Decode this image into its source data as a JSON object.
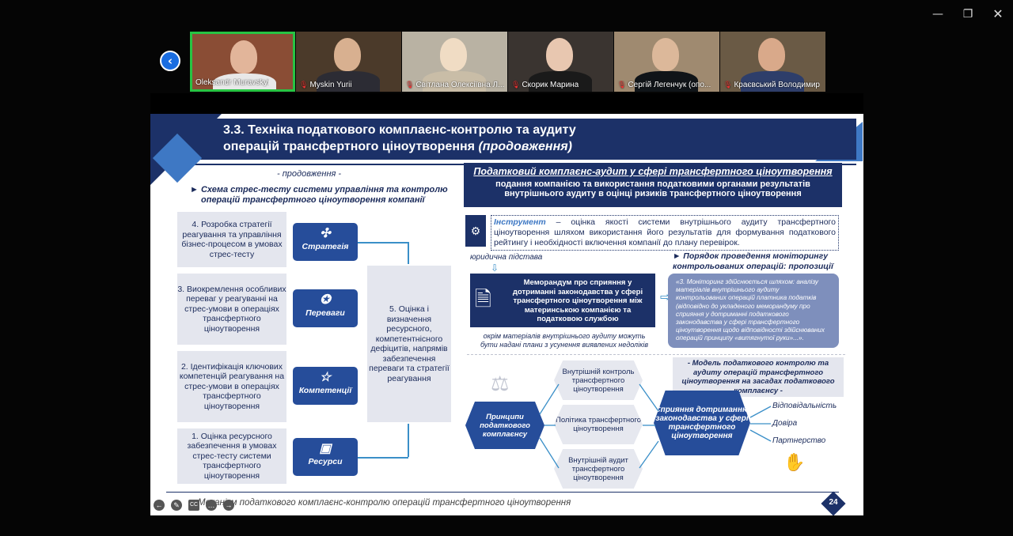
{
  "window": {
    "min": "—",
    "max": "❐",
    "close": "✕"
  },
  "nav": {
    "prev": "‹"
  },
  "participants": [
    {
      "name": "Oleksandr Muravskyi",
      "muted": false,
      "bg": "#8a4d35",
      "skin": "#e2b59a",
      "shirt": "#e8e8e8"
    },
    {
      "name": "Myskin Yurii",
      "muted": true,
      "bg": "#4b3a2a",
      "skin": "#d8b090",
      "shirt": "#2c2c34"
    },
    {
      "name": "Світлана Олексіївна Л...",
      "muted": true,
      "bg": "#b9b2a3",
      "skin": "#f0dcc4",
      "shirt": "#c9bda7"
    },
    {
      "name": "Скорик Марина",
      "muted": true,
      "bg": "#3a3430",
      "skin": "#e8c7b0",
      "shirt": "#1a1a1a"
    },
    {
      "name": "Сергій Легенчук (опо...",
      "muted": true,
      "bg": "#9f8a70",
      "skin": "#dcb89a",
      "shirt": "#101418"
    },
    {
      "name": "Краєвський Володимир",
      "muted": true,
      "bg": "#6a5a45",
      "skin": "#d9a98a",
      "shirt": "#2e3e6a"
    }
  ],
  "slide": {
    "title_line1": "3.3. Техніка податкового комплаєнс-контролю та аудиту",
    "title_line2": "операцій трансфертного ціноутворення",
    "title_cont": "(продовження)",
    "left": {
      "continued": "- продовження -",
      "scheme_title": "► Схема стрес-тесту системи управління та контролю",
      "scheme_title2": "операцій трансфертного ціноутворення компанії",
      "steps": [
        "4. Розробка стратегії реагування та управління бізнес-процесом в умовах стрес-тесту",
        "3. Виокремлення особливих переваг у реагуванні на стрес-умови в операціях трансфертного ціноутворення",
        "2. Ідентифікація ключових компетенцій реагування на стрес-умови в операціях трансфертного ціноутворення",
        "1. Оцінка ресурсного забезпечення в умовах стрес-тесту системи трансфертного ціноутворення"
      ],
      "buttons": [
        "Стратегія",
        "Переваги",
        "Компетенції",
        "Ресурси"
      ],
      "center_box": "5. Оцінка і визначення ресурсного, компетентнісного дефіцитів, напрямів забезпечення переваги та стратегії реагування"
    },
    "right": {
      "heading": "Податковий комплаєнс-аудит у сфері трансфертного ціноутворення",
      "subheading1": "подання компанією та використання податковими органами результатів",
      "subheading2": "внутрішнього аудиту в оцінці ризиків трансфертного ціноутворення",
      "instrument_label": "Інструмент",
      "instrument_text": " – оцінка якості системи внутрішнього аудиту трансфертного ціноутворення шляхом використання його результатів для формування податкового рейтингу і необхідності включення компанії до плану перевірок.",
      "legal_basis": "юридична підстава",
      "order_title1": "► Порядок проведення моніторингу",
      "order_title2": "контрольованих операцій: пропозиції",
      "memorandum": "Меморандум про сприяння у дотриманні законодавства у сфері трансфертного ціноутворення між материнською компанією та податковою службою",
      "quote": "«3. Моніторинг здійснюється шляхом: аналізу матеріалів внутрішнього аудиту контрольованих операцій платника податків (відповідно до укладеного меморандуму про сприяння у дотриманні податкового законодавства у сфері трансфертного ціноутворення щодо відповідності здійснюваних операцій принципу «витягнутої руки»...».",
      "besides": "окрім матеріалів внутрішнього аудиту можуть бути надані плани з усунення виявлених недоліків",
      "model_title": "- Модель податкового контролю та аудиту операцій трансфертного ціноутворення на засадах податкового комплаєнсу -",
      "principles": "Принципи податкового комплаєнсу",
      "hexes": [
        "Внутрішній контроль трансфертного ціноутворення",
        "Політика трансфертного ціноутворення",
        "Внутрішній аудит трансфертного ціноутворення"
      ],
      "result": "Сприяння дотриманню законодавства у сфері трансфертного ціноутворення",
      "values": [
        "Відповідальність",
        "Довіра",
        "Партнерство"
      ]
    },
    "footer": "Механізм податкового комплаєнс-контролю операцій трансфертного ціноутворення",
    "page_number": "24",
    "controls": [
      "←",
      "✎",
      "CC",
      "…",
      "→"
    ]
  }
}
